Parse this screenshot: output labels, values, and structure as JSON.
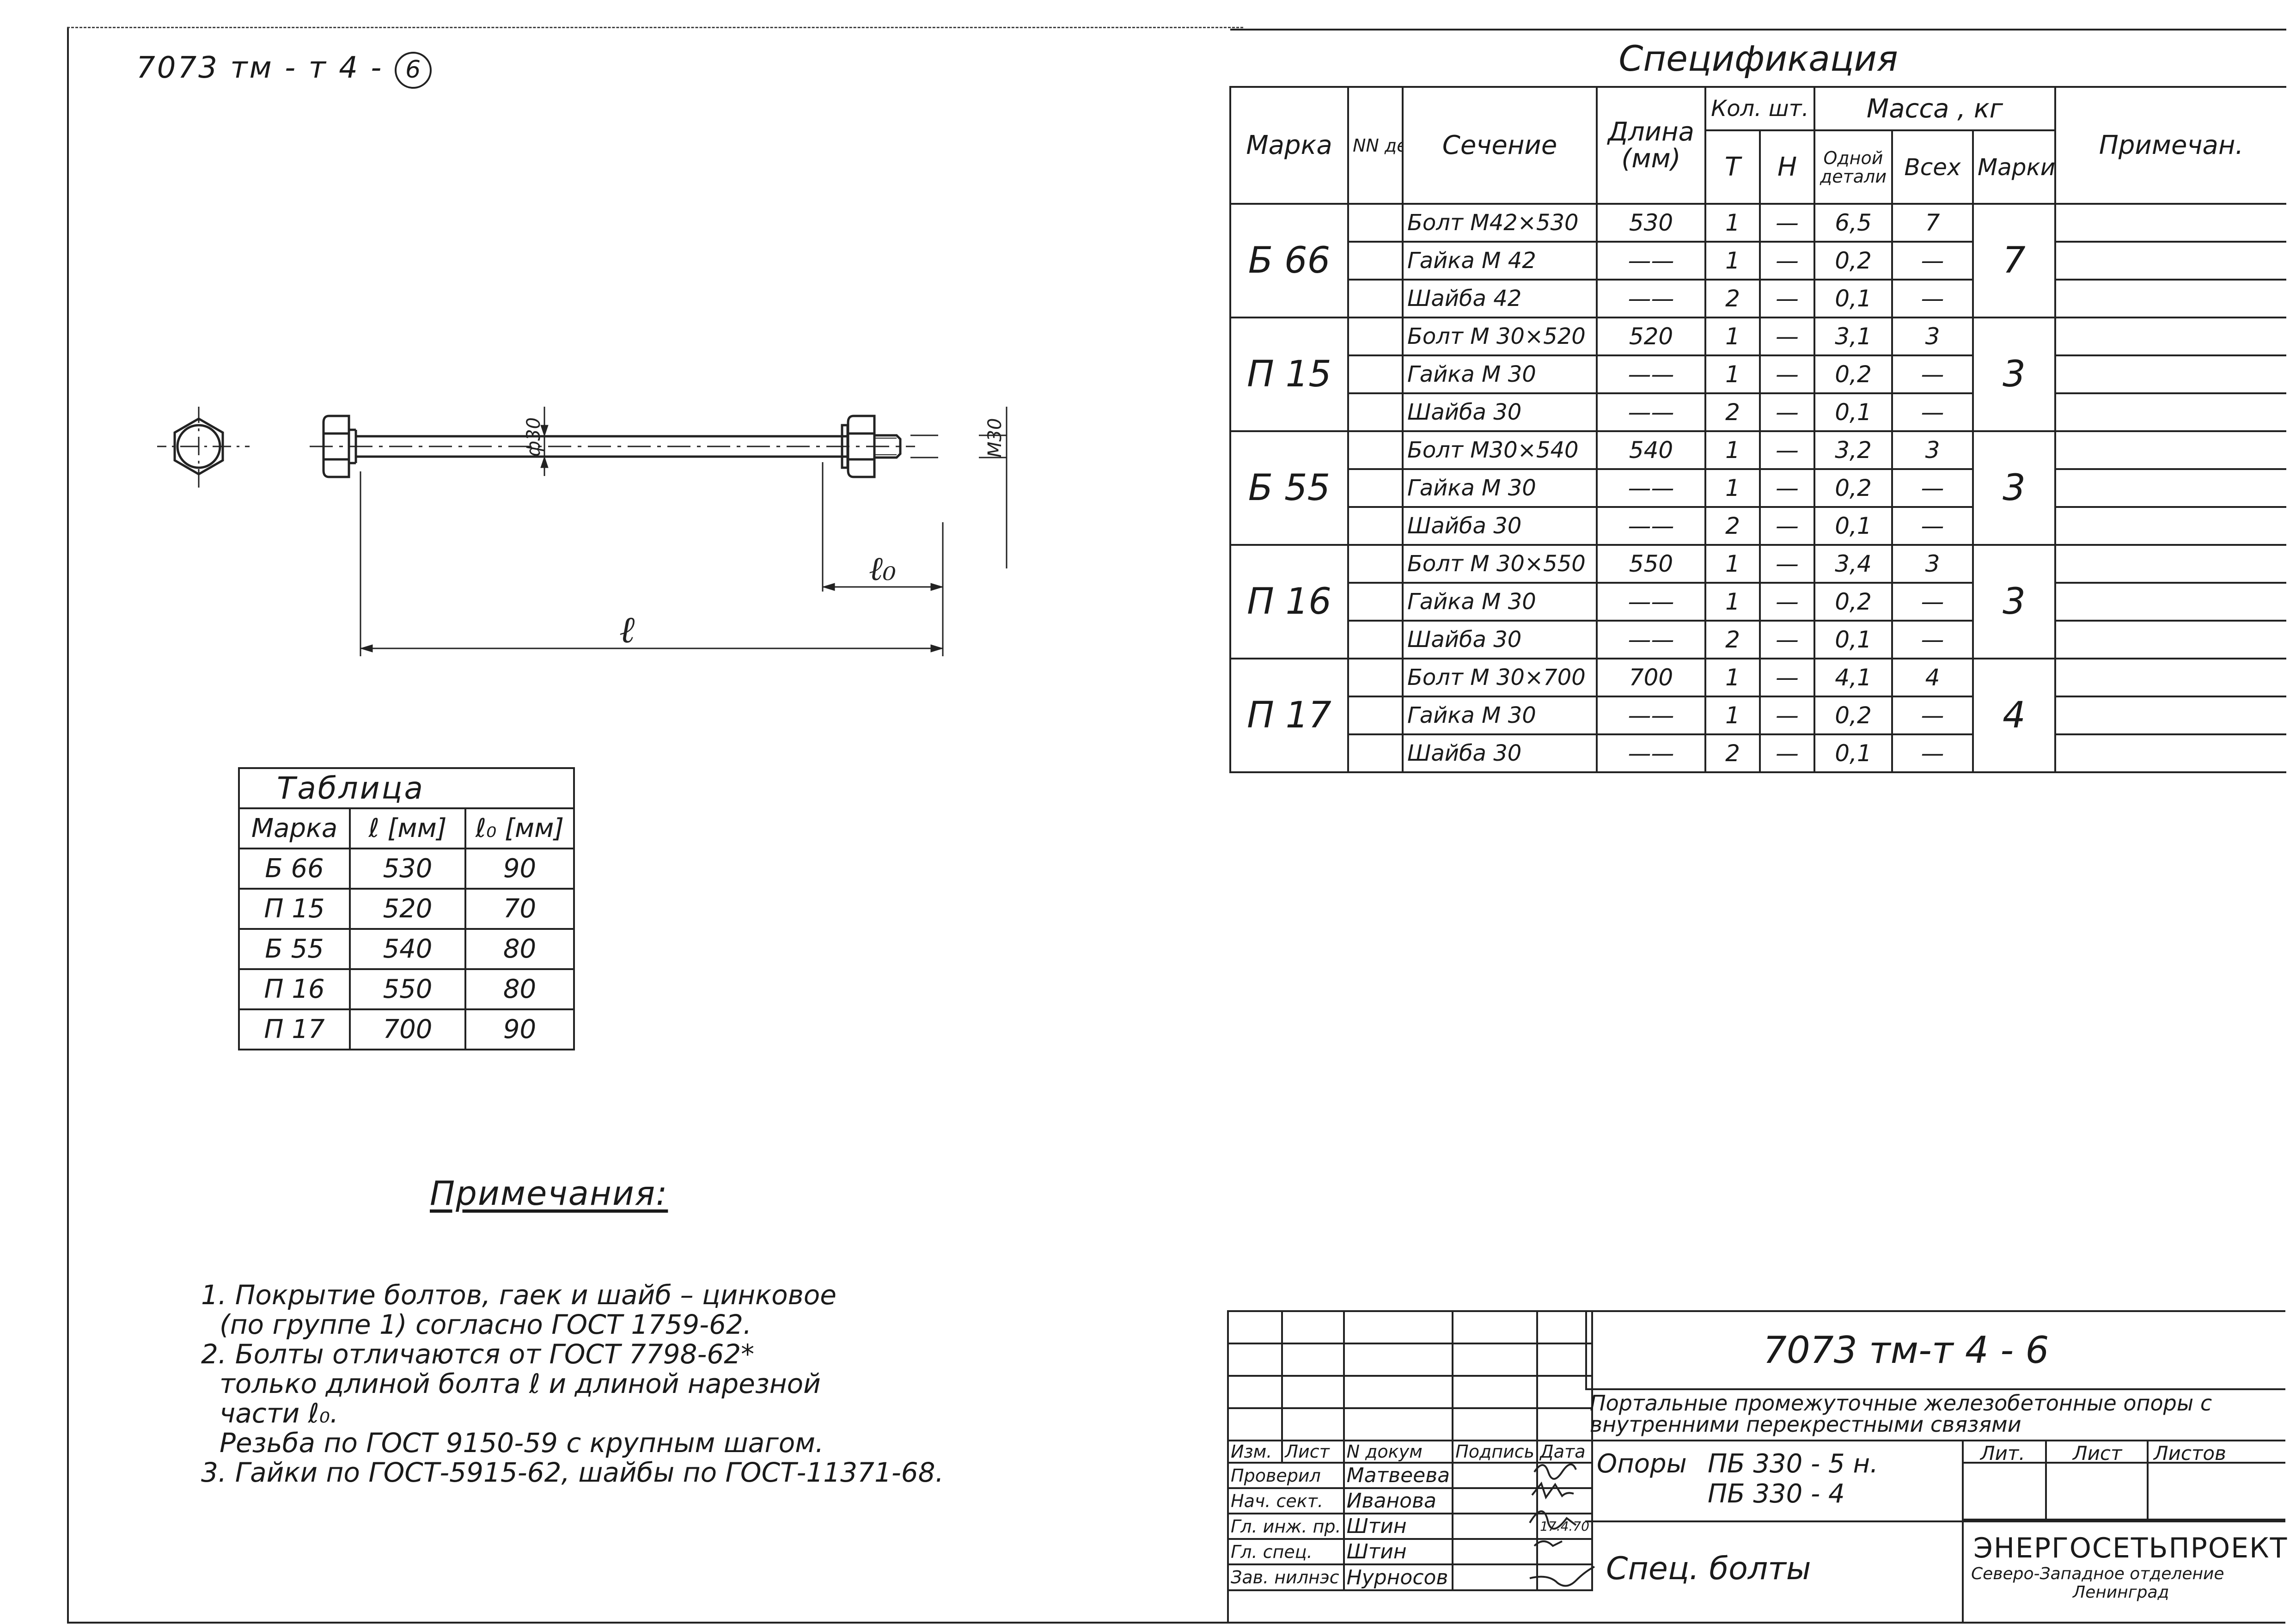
{
  "document": {
    "number": "7073 тм - т 4 -",
    "sheet_circled": "6"
  },
  "spec": {
    "title": "Спецификация",
    "headers": {
      "mark": "Марка",
      "det_no": "NN дет.",
      "section": "Сечение",
      "length": "Длина (мм)",
      "qty": "Кол. шт.",
      "qty_t": "Т",
      "qty_n": "Н",
      "mass": "Масса , кг",
      "mass_one": "Одной детали",
      "mass_all": "Всех",
      "mass_mark": "Марки",
      "note": "Примечан."
    },
    "groups": [
      {
        "mark": "Б 66",
        "mark_mass": "7",
        "rows": [
          {
            "section": "Болт М42×530",
            "length": "530",
            "t": "1",
            "n": "—",
            "one": "6,5",
            "all": "7"
          },
          {
            "section": "Гайка М 42",
            "length": "——",
            "t": "1",
            "n": "—",
            "one": "0,2",
            "all": "—"
          },
          {
            "section": "Шайба 42",
            "length": "——",
            "t": "2",
            "n": "—",
            "one": "0,1",
            "all": "—"
          }
        ]
      },
      {
        "mark": "П 15",
        "mark_mass": "3",
        "rows": [
          {
            "section": "Болт М 30×520",
            "length": "520",
            "t": "1",
            "n": "—",
            "one": "3,1",
            "all": "3"
          },
          {
            "section": "Гайка М 30",
            "length": "——",
            "t": "1",
            "n": "—",
            "one": "0,2",
            "all": "—"
          },
          {
            "section": "Шайба 30",
            "length": "——",
            "t": "2",
            "n": "—",
            "one": "0,1",
            "all": "—"
          }
        ]
      },
      {
        "mark": "Б 55",
        "mark_mass": "3",
        "rows": [
          {
            "section": "Болт М30×540",
            "length": "540",
            "t": "1",
            "n": "—",
            "one": "3,2",
            "all": "3"
          },
          {
            "section": "Гайка М 30",
            "length": "——",
            "t": "1",
            "n": "—",
            "one": "0,2",
            "all": "—"
          },
          {
            "section": "Шайба 30",
            "length": "——",
            "t": "2",
            "n": "—",
            "one": "0,1",
            "all": "—"
          }
        ]
      },
      {
        "mark": "П 16",
        "mark_mass": "3",
        "rows": [
          {
            "section": "Болт М 30×550",
            "length": "550",
            "t": "1",
            "n": "—",
            "one": "3,4",
            "all": "3"
          },
          {
            "section": "Гайка М 30",
            "length": "——",
            "t": "1",
            "n": "—",
            "one": "0,2",
            "all": "—"
          },
          {
            "section": "Шайба 30",
            "length": "——",
            "t": "2",
            "n": "—",
            "one": "0,1",
            "all": "—"
          }
        ]
      },
      {
        "mark": "П 17",
        "mark_mass": "4",
        "rows": [
          {
            "section": "Болт М 30×700",
            "length": "700",
            "t": "1",
            "n": "—",
            "one": "4,1",
            "all": "4"
          },
          {
            "section": "Гайка М 30",
            "length": "——",
            "t": "1",
            "n": "—",
            "one": "0,2",
            "all": "—"
          },
          {
            "section": "Шайба 30",
            "length": "——",
            "t": "2",
            "n": "—",
            "one": "0,1",
            "all": "—"
          }
        ]
      }
    ]
  },
  "drawing": {
    "dim_phi": "ф30",
    "dim_m": "М30",
    "dim_l0": "ℓ₀",
    "dim_l": "ℓ"
  },
  "table": {
    "title": "Таблица",
    "headers": [
      "Марка",
      "ℓ [мм]",
      "ℓ₀ [мм]"
    ],
    "rows": [
      [
        "Б 66",
        "530",
        "90"
      ],
      [
        "П 15",
        "520",
        "70"
      ],
      [
        "Б 55",
        "540",
        "80"
      ],
      [
        "П 16",
        "550",
        "80"
      ],
      [
        "П 17",
        "700",
        "90"
      ]
    ]
  },
  "notes": {
    "title": "Примечания:",
    "lines": [
      "1. Покрытие болтов, гаек и шайб – цинковое",
      "   (по группе 1) согласно ГОСТ 1759-62.",
      "2. Болты отличаются от ГОСТ 7798-62*",
      "   только длиной болта ℓ и длиной нарезной",
      "   части ℓ₀.",
      "   Резьба по ГОСТ 9150-59 с крупным шагом.",
      "3. Гайки по ГОСТ-5915-62, шайбы по ГОСТ-11371-68."
    ]
  },
  "titleblock": {
    "code": "7073 тм-т 4 - 6",
    "project": "Портальные промежуточные железобетонные опоры с внутренними перекрестными связями",
    "subject_prefix": "Опоры",
    "subject_line1": "ПБ 330 - 5 н.",
    "subject_line2": "ПБ 330 - 4",
    "sheet_title": "Спец. болты",
    "col_headers": [
      "Изм.",
      "Лист",
      "N докум",
      "Подпись",
      "Дата"
    ],
    "lit_headers": [
      "Лит.",
      "Лист",
      "Листов"
    ],
    "people": [
      {
        "role": "Проверил",
        "name": "Матвеева",
        "date": ""
      },
      {
        "role": "Нач. сект.",
        "name": "Иванова",
        "date": ""
      },
      {
        "role": "Гл. инж. пр.",
        "name": "Штин",
        "date": "17.4.70"
      },
      {
        "role": "Гл. спец.",
        "name": "Штин",
        "date": ""
      },
      {
        "role": "Зав. нилнэс",
        "name": "Нурносов",
        "date": ""
      }
    ],
    "org_name": "ЭНЕРГОСЕТЬПРОЕКТ",
    "org_branch": "Северо-Западное отделение",
    "org_city": "Ленинград"
  }
}
